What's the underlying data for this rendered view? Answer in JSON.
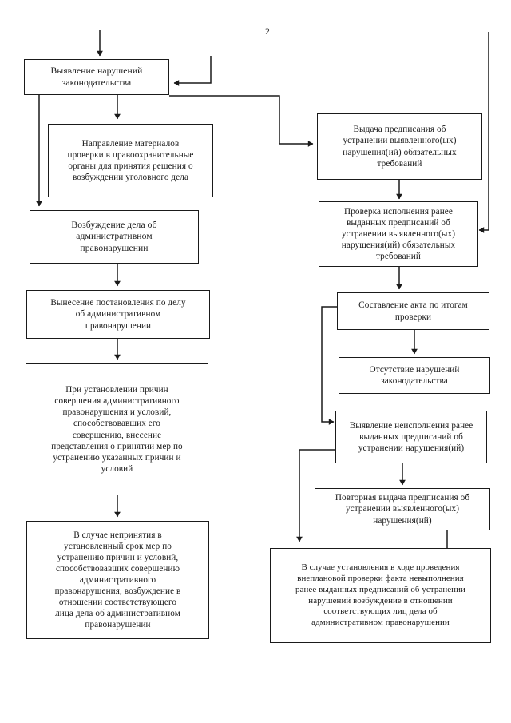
{
  "document": {
    "page_number": "2",
    "type": "flowchart-diagram",
    "language": "ru",
    "ink_color": "#1a1a1a",
    "background_color": "#ffffff"
  },
  "nodes": [
    {
      "id": "detection",
      "label": "Выявление нарушений\nзаконодательства",
      "column": "left"
    },
    {
      "id": "referral",
      "label": "Направление материалов\nпроверки в правоохранительные\nорганы  для принятия решения о\nвозбуждении уголовного дела",
      "column": "left"
    },
    {
      "id": "case-initiation",
      "label": "Возбуждение дела об\nадминистративном\nправонарушении",
      "column": "left"
    },
    {
      "id": "resolution",
      "label": "Вынесение  постановления по делу\nоб административном\nправонарушении",
      "column": "left"
    },
    {
      "id": "causes-submission",
      "label": "При установлении причин\nсовершения административного\nправонарушения и условий,\nспособствовавших его\nсовершению, внесение\nпредставления о принятии мер по\nустранению указанных причин и\nусловий",
      "column": "left"
    },
    {
      "id": "failure-to-act",
      "label": "В случае непринятия в\nустановленный срок  мер по\nустранению причин и условий,\nспособствовавших совершению\nадминистративного\nправонарушения, возбуждение в\nотношении соответствующего\nлица дела об административном\nправонарушении",
      "column": "left"
    },
    {
      "id": "order-issue",
      "label": "Выдача предписания об\nустранении выявленного(ых)\nнарушения(ий) обязательных\nтребований",
      "column": "right"
    },
    {
      "id": "order-check",
      "label": "Проверка исполнения ранее\nвыданных предписаний об\nустранении  выявленного(ых)\nнарушения(ий) обязательных\nтребований",
      "column": "right"
    },
    {
      "id": "act-drafting",
      "label": "Составление акта по итогам\nпроверки",
      "column": "right"
    },
    {
      "id": "no-violations",
      "label": "Отсутствие нарушений\nзаконодательства",
      "column": "right"
    },
    {
      "id": "non-compliance",
      "label": "Выявление неисполнения ранее\nвыданных предписаний об\nустранении нарушения(ий)",
      "column": "right"
    },
    {
      "id": "repeat-order",
      "label": "Повторная выдача предписания об\nустранении выявленного(ых)\nнарушения(ий)",
      "column": "right"
    },
    {
      "id": "unscheduled-case",
      "label": "В случае установления в ходе  проведения\nвнеплановой проверки факта невыполнения\nранее выданных предписаний об устранении\nнарушений возбуждение в отношении\nсоответствующих лиц дела об\nадминистративном правонарушении",
      "column": "right"
    }
  ],
  "connectors": [
    {
      "from": "page-top",
      "to": "detection",
      "kind": "arrow-down"
    },
    {
      "from": "right-margin-top",
      "to": "detection",
      "kind": "arrow-left"
    },
    {
      "from": "detection",
      "to": "referral",
      "kind": "arrow-down"
    },
    {
      "from": "detection",
      "to": "case-initiation",
      "kind": "arrow-down-left"
    },
    {
      "from": "detection",
      "to": "order-issue",
      "kind": "arrow-step-right"
    },
    {
      "from": "case-initiation",
      "to": "resolution",
      "kind": "arrow-down"
    },
    {
      "from": "resolution",
      "to": "causes-submission",
      "kind": "arrow-down"
    },
    {
      "from": "causes-submission",
      "to": "failure-to-act",
      "kind": "arrow-down"
    },
    {
      "from": "order-issue",
      "to": "order-check",
      "kind": "arrow-down"
    },
    {
      "from": "page-top-right",
      "to": "order-check",
      "kind": "arrow-left"
    },
    {
      "from": "order-check",
      "to": "act-drafting",
      "kind": "arrow-down"
    },
    {
      "from": "act-drafting",
      "to": "no-violations",
      "kind": "arrow-down"
    },
    {
      "from": "act-drafting",
      "to": "non-compliance",
      "kind": "arrow-step-left-down"
    },
    {
      "from": "non-compliance",
      "to": "repeat-order",
      "kind": "arrow-down"
    },
    {
      "from": "non-compliance",
      "to": "unscheduled-case",
      "kind": "arrow-step-left-down"
    },
    {
      "from": "repeat-order",
      "to": "unscheduled-case",
      "kind": "line-down"
    }
  ]
}
